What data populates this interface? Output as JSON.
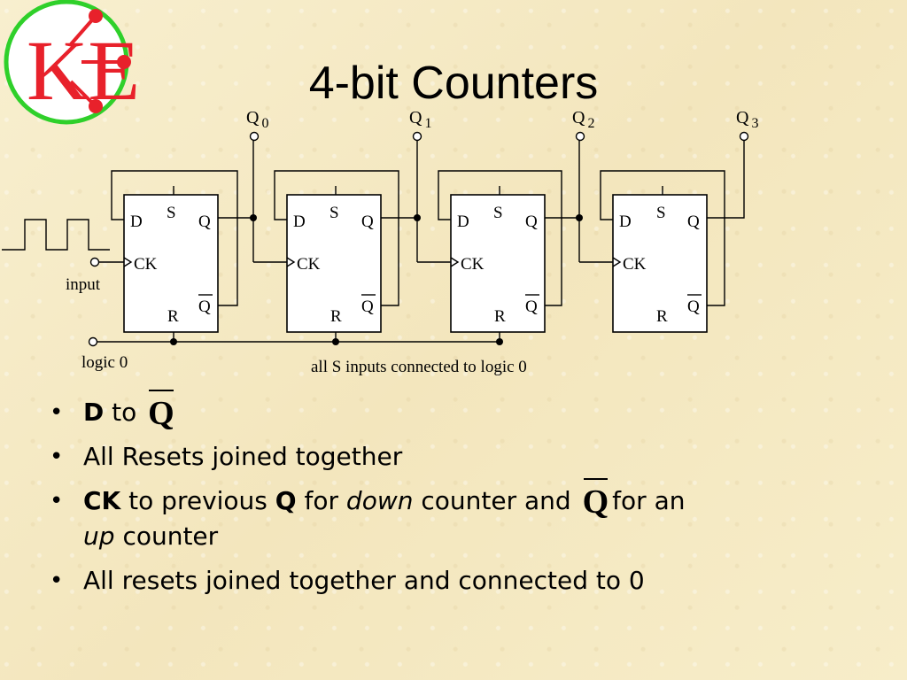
{
  "slide": {
    "title": "4-bit Counters",
    "logo_text": "KE"
  },
  "circuit": {
    "outputs": [
      {
        "letter": "Q",
        "sub": "0"
      },
      {
        "letter": "Q",
        "sub": "1"
      },
      {
        "letter": "Q",
        "sub": "2"
      },
      {
        "letter": "Q",
        "sub": "3"
      }
    ],
    "ff_labels": {
      "d": "D",
      "s": "S",
      "q": "Q",
      "ck": "CK",
      "qbar": "Q",
      "r": "R"
    },
    "input_label": "input",
    "logic0_label": "logic 0",
    "s_note": "all S inputs connected to logic 0"
  },
  "bullets": {
    "b1": {
      "bold": "D",
      "text": "to",
      "symbol": "Q"
    },
    "b2": {
      "text": "All Resets joined together"
    },
    "b3": {
      "bold1": "CK",
      "text1": "to previous",
      "bold2": "Q",
      "text2": "for",
      "italic1": "down",
      "text3": "counter and",
      "symbol": "Q",
      "text4": "for an",
      "italic2": "up",
      "text5": "counter"
    },
    "b4": {
      "text": "All resets joined together and connected to 0"
    }
  },
  "colors": {
    "background": "#f6ecc6",
    "logo_red": "#e8212b",
    "logo_green": "#2fd02a"
  }
}
